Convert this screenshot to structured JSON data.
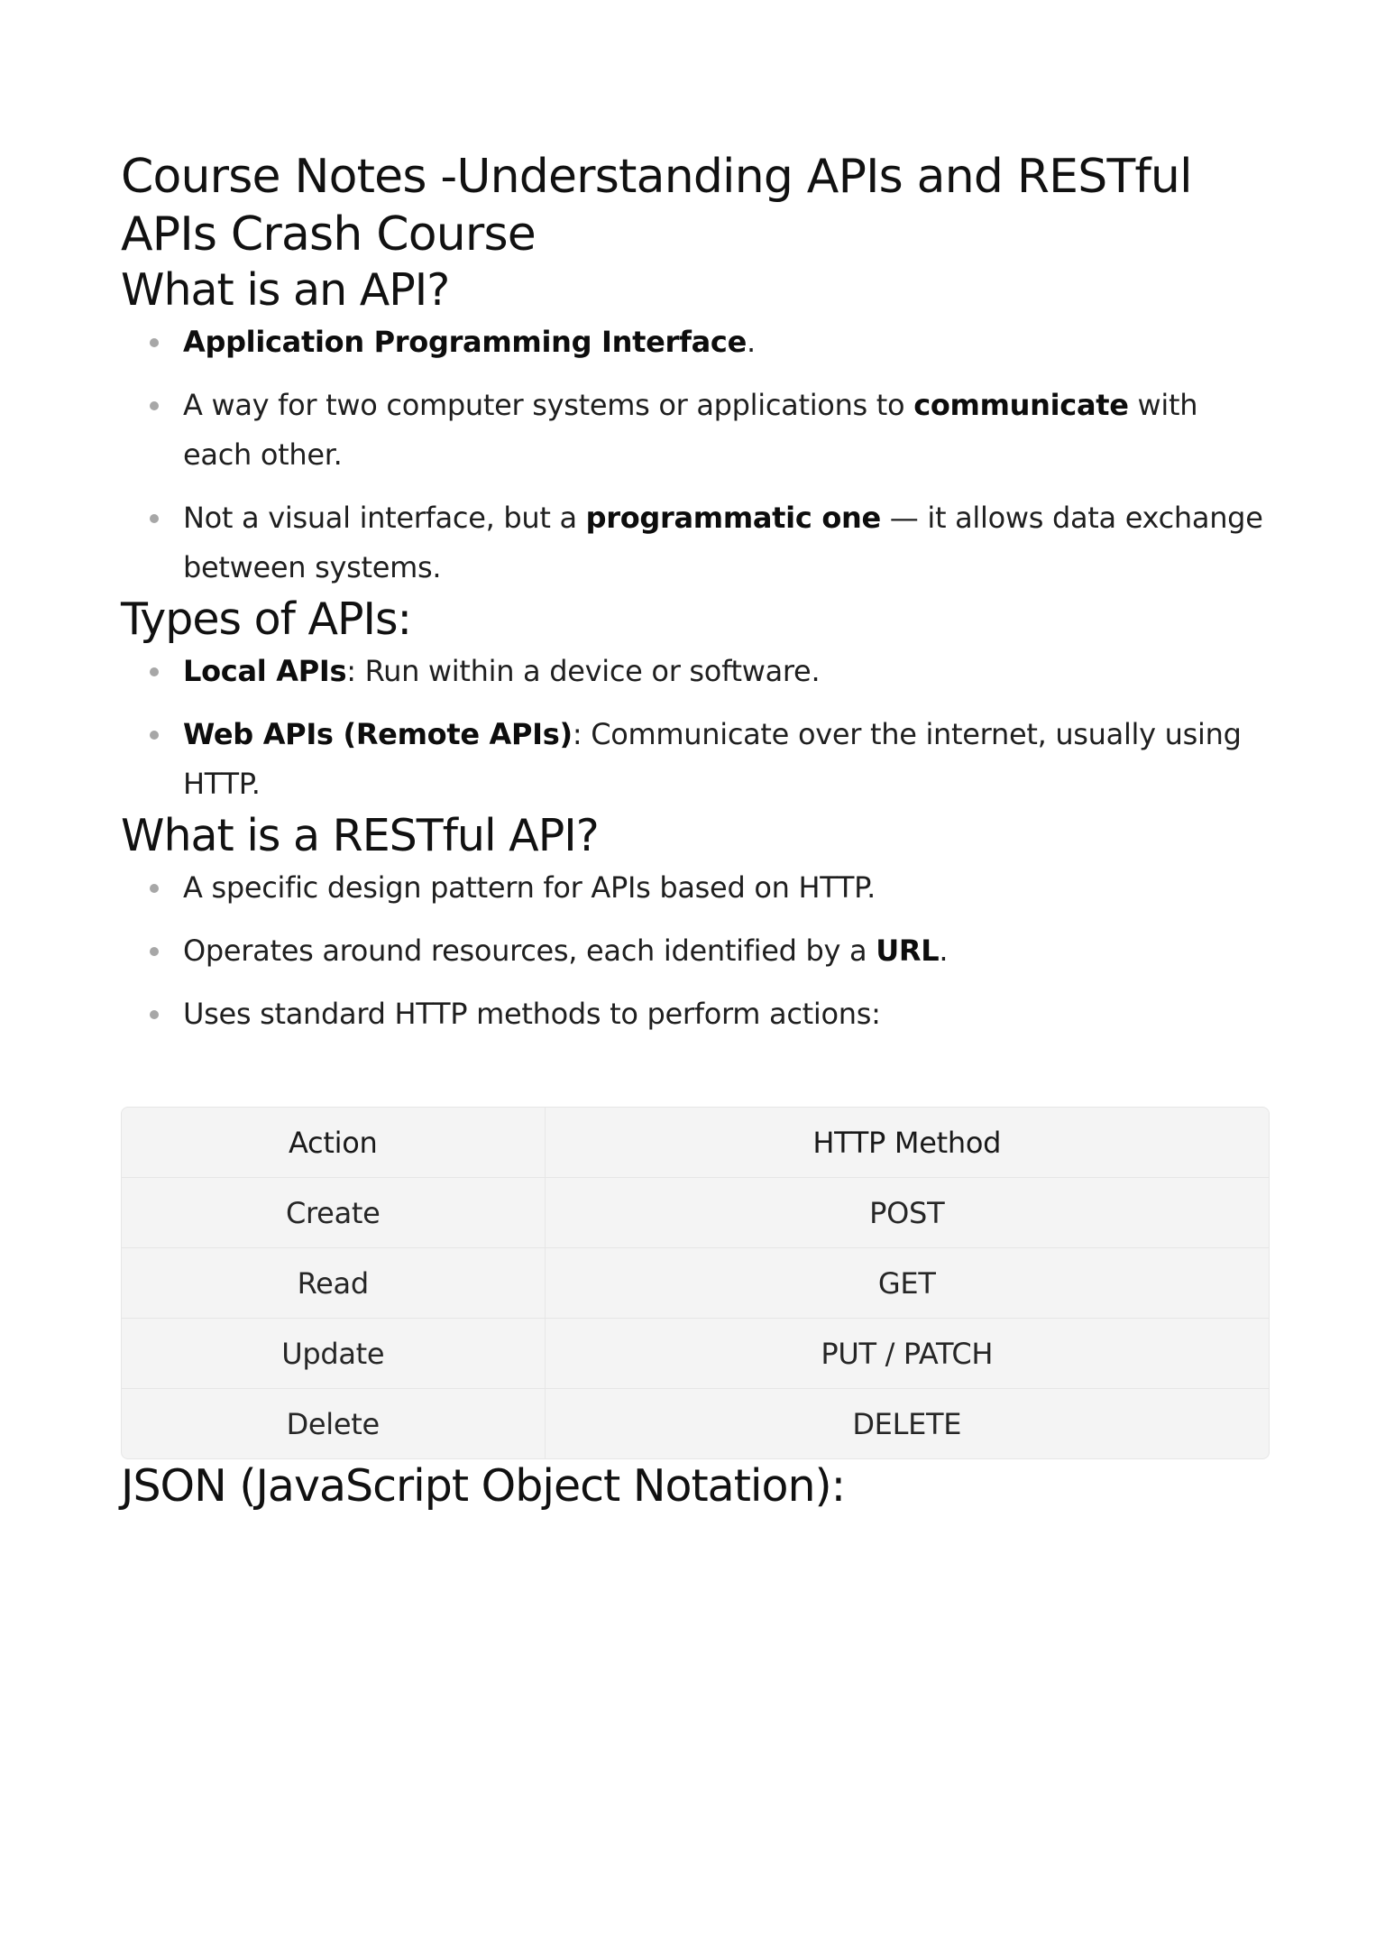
{
  "document": {
    "title": "Course Notes -Understanding APIs and RESTful APIs Crash Course"
  },
  "sections": {
    "what_is_api": {
      "heading": "What is an API?",
      "items": [
        {
          "bold": "Application Programming Interface",
          "after": "."
        },
        {
          "before": "A way for two computer systems or applications to ",
          "bold": "communicate",
          "after": " with each other."
        },
        {
          "before": "Not a visual interface, but a ",
          "bold": "programmatic one",
          "after": " — it allows data exchange between systems."
        }
      ]
    },
    "types_of_apis": {
      "heading": "Types of APIs:",
      "items": [
        {
          "bold": "Local APIs",
          "after": ": Run within a device or software."
        },
        {
          "bold": "Web APIs (Remote APIs)",
          "after": ": Communicate over the internet, usually using HTTP."
        }
      ]
    },
    "restful_api": {
      "heading": "What is a RESTful API?",
      "items": [
        {
          "before": "A specific design pattern for APIs based on HTTP."
        },
        {
          "before": "Operates around resources, each identified by a ",
          "bold": "URL",
          "after": "."
        },
        {
          "before": "Uses standard HTTP methods to perform actions:"
        }
      ]
    },
    "json": {
      "heading": "JSON (JavaScript Object Notation):"
    }
  },
  "methods_table": {
    "headers": [
      "Action",
      "HTTP Method"
    ],
    "rows": [
      [
        "Create",
        "POST"
      ],
      [
        "Read",
        "GET"
      ],
      [
        "Update",
        "PUT / PATCH"
      ],
      [
        "Delete",
        "DELETE"
      ]
    ]
  },
  "colors": {
    "text": "#1b1b1b",
    "bullet": "#a7a7a7",
    "table_background": "#f4f4f4",
    "table_border": "#e6e6e6"
  }
}
